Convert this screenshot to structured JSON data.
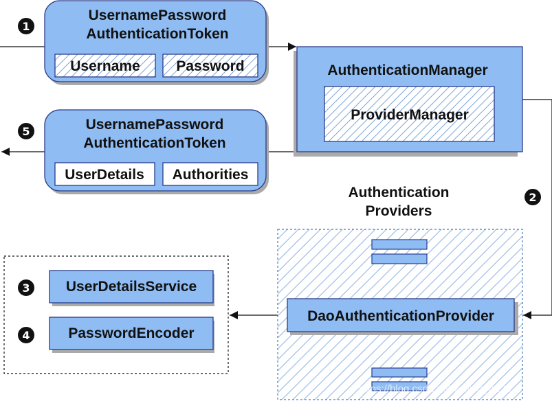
{
  "colors": {
    "box_fill": "#8ebcf3",
    "box_border": "#2a3c8a",
    "hatch": "#7fa6d9",
    "shadow": "#aaaaaa",
    "step_circle": "#111111",
    "line": "#111111"
  },
  "steps": {
    "s1": "1",
    "s2": "2",
    "s3": "3",
    "s4": "4",
    "s5": "5"
  },
  "token_in": {
    "title_line1": "UsernamePassword",
    "title_line2": "AuthenticationToken",
    "field_left": "Username",
    "field_right": "Password"
  },
  "token_out": {
    "title_line1": "UsernamePassword",
    "title_line2": "AuthenticationToken",
    "field_left": "UserDetails",
    "field_right": "Authorities"
  },
  "auth_manager": {
    "title": "AuthenticationManager",
    "inner": "ProviderManager"
  },
  "providers": {
    "label_line1": "Authentication",
    "label_line2": "Providers",
    "dao": "DaoAuthenticationProvider"
  },
  "services": {
    "user_details_service": "UserDetailsService",
    "password_encoder": "PasswordEncoder"
  },
  "watermark": "https://blog.csdn.net/weixin_4226"
}
